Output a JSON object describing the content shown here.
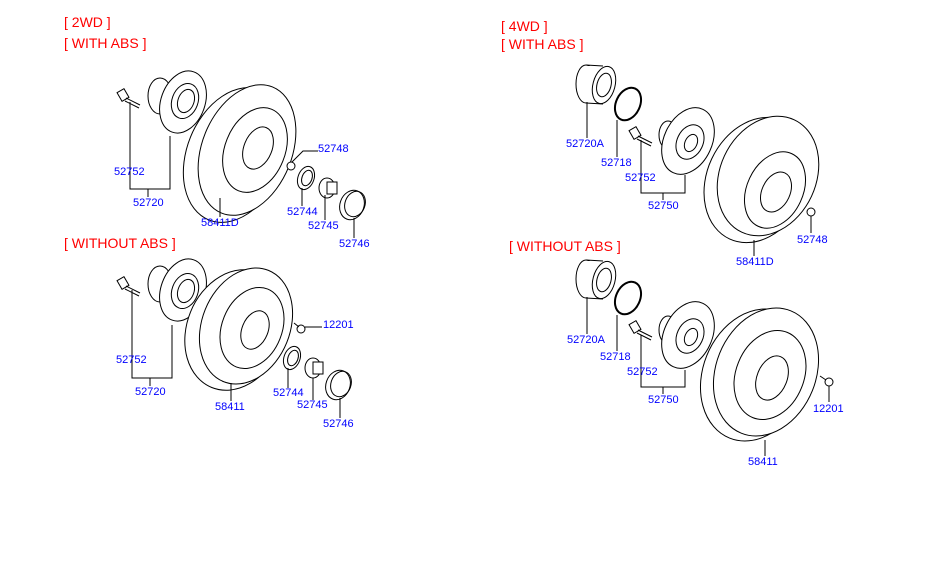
{
  "sections": {
    "left": {
      "drive": "[ 2WD ]",
      "with_abs": {
        "title": "[ WITH ABS ]",
        "parts": {
          "bolt": "52752",
          "hub": "52720",
          "disc": "58411D",
          "nut_small": "52748",
          "washer": "52744",
          "lock_nut": "52745",
          "cap": "52746"
        }
      },
      "without_abs": {
        "title": "[ WITHOUT ABS ]",
        "parts": {
          "bolt": "52752",
          "hub": "52720",
          "drum": "58411",
          "screw": "12201",
          "washer": "52744",
          "lock_nut": "52745",
          "cap": "52746"
        }
      }
    },
    "right": {
      "drive": "[ 4WD ]",
      "with_abs": {
        "title": "[ WITH ABS ]",
        "parts": {
          "bearing": "52720A",
          "snap_ring": "52718",
          "bolt": "52752",
          "hub": "52750",
          "disc": "58411D",
          "nut_small": "52748"
        }
      },
      "without_abs": {
        "title": "[ WITHOUT ABS ]",
        "parts": {
          "bearing": "52720A",
          "snap_ring": "52718",
          "bolt": "52752",
          "hub": "52750",
          "drum": "58411",
          "screw": "12201"
        }
      }
    }
  },
  "colors": {
    "header": "#ff0000",
    "part_number": "#0000ff",
    "lines": "#000000"
  }
}
